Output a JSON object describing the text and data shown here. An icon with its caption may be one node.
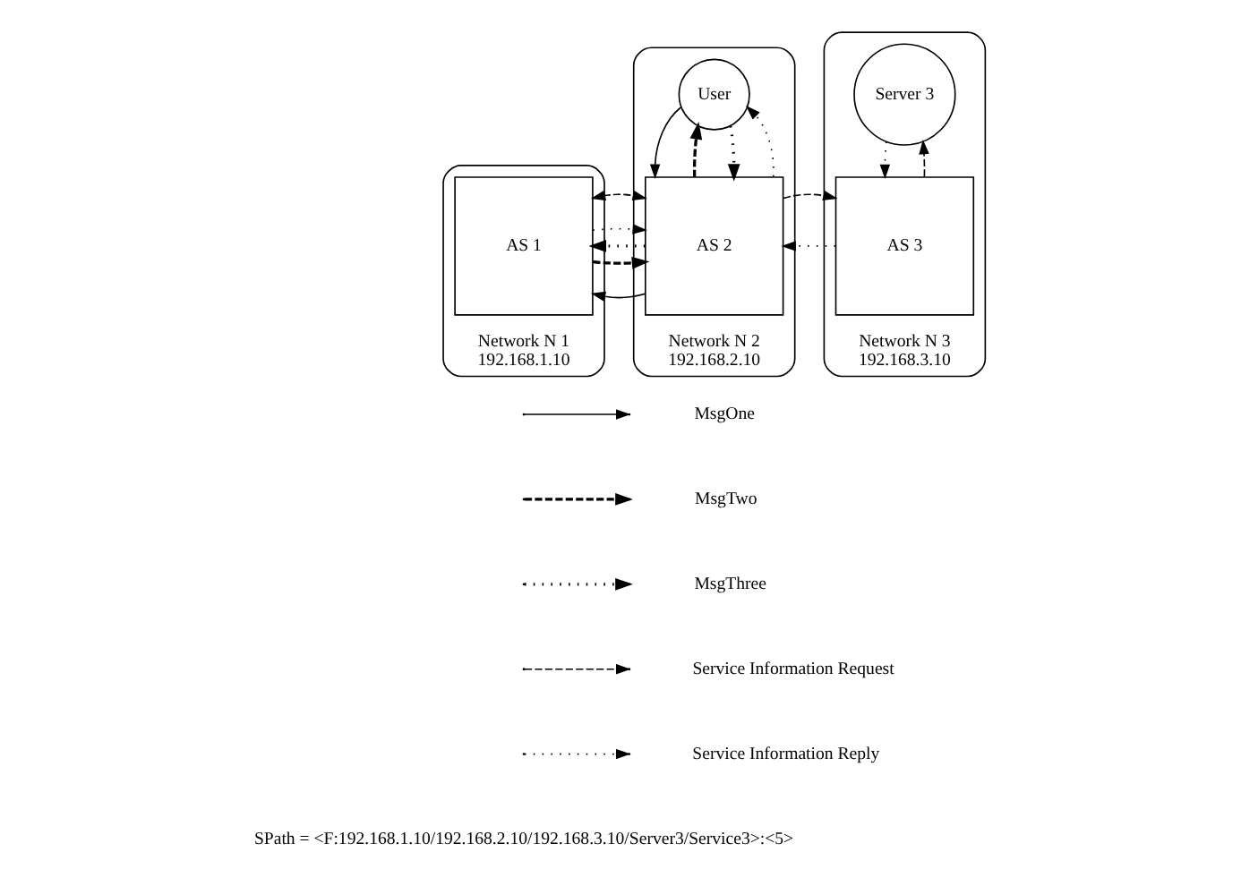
{
  "diagram": {
    "nodes": [
      {
        "text": [
          "Network N 1",
          "192.168.1.10"
        ]
      },
      {
        "text": [
          "AS 1"
        ],
        "in": 0
      },
      {
        "text": [
          "Network N 2",
          "192.168.2.10"
        ]
      },
      {
        "text": [
          "User"
        ],
        "in": 2
      },
      {
        "text": [
          "AS 2"
        ],
        "in": 2
      },
      {
        "text": [
          "Network N 3",
          "192.168.3.10"
        ]
      },
      {
        "text": [
          "Server 3"
        ],
        "in": 5
      },
      {
        "text": [
          "AS 3"
        ],
        "in": 5
      }
    ],
    "edges": [
      {
        "from": 4,
        "to": 1,
        "arrow": "to"
      },
      {
        "from": 1,
        "to": 4,
        "arrow": "to",
        "style": "dashed"
      },
      {
        "from": 4,
        "to": 1,
        "arrow": "to",
        "style": "dashed"
      },
      {
        "from": 1,
        "to": 4,
        "arrow": "to",
        "style": "dashed"
      },
      {
        "from": 1,
        "to": 4,
        "arrow": "to",
        "style": "dashed"
      },
      {
        "from": 4,
        "to": 1,
        "arrow": "to",
        "style": "dashed"
      },
      {
        "from": 3,
        "to": 4,
        "arrow": "to"
      },
      {
        "from": 4,
        "to": 3,
        "arrow": "to",
        "style": "dashed"
      },
      {
        "from": 3,
        "to": 4,
        "arrow": "to",
        "style": "dashed"
      },
      {
        "from": 4,
        "to": 3,
        "arrow": "to",
        "style": "dashed"
      },
      {
        "from": 4,
        "to": 7,
        "arrow": "to",
        "style": "dashed"
      },
      {
        "from": 7,
        "to": 4,
        "arrow": "to",
        "style": "dashed"
      },
      {
        "from": 7,
        "to": 6,
        "arrow": "to",
        "style": "dashed"
      },
      {
        "from": 6,
        "to": 7,
        "arrow": "to",
        "style": "dashed"
      }
    ],
    "labels": [
      "SPath = <F:192.168.1.10/192.168.2.10/192.168.3.10/Server3/Service3>:<5>"
    ],
    "legend": [
      {
        "text": "MsgOne"
      },
      {
        "text": "MsgTwo"
      },
      {
        "text": "MsgThree"
      },
      {
        "text": "Service Information Request"
      },
      {
        "text": "Service Information Reply"
      }
    ]
  }
}
